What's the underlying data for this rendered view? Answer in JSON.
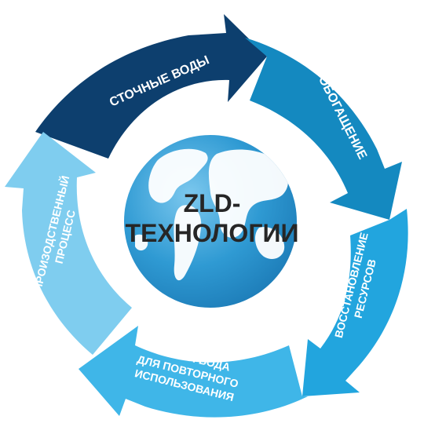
{
  "center": {
    "line1": "ZLD-",
    "line2": "ТЕХНОЛОГИИ"
  },
  "segments": [
    {
      "lines": [
        "СТОЧНЫЕ ВОДЫ"
      ],
      "color": "#0d3f6e"
    },
    {
      "lines": [
        "ОБОГАЩЕНИЕ"
      ],
      "color": "#1489c0"
    },
    {
      "lines": [
        "ВОССТАНОВЛЕНИЕ",
        "РЕСУРСОВ"
      ],
      "color": "#22a5de"
    },
    {
      "lines": [
        "ЧИСТАЯ ВОДА",
        "ДЛЯ ПОВТОРНОГО",
        "ИСПОЛЬЗОВАНИЯ"
      ],
      "color": "#3fb6e8"
    },
    {
      "lines": [
        "ПРОИЗОДСТВЕННЫЙ",
        "ПРОЦЕСС"
      ],
      "color": "#7fcdef"
    }
  ],
  "globe": {
    "ocean": "#2f9ad3",
    "land": "#ffffff",
    "glow": "#e3f3fb"
  }
}
